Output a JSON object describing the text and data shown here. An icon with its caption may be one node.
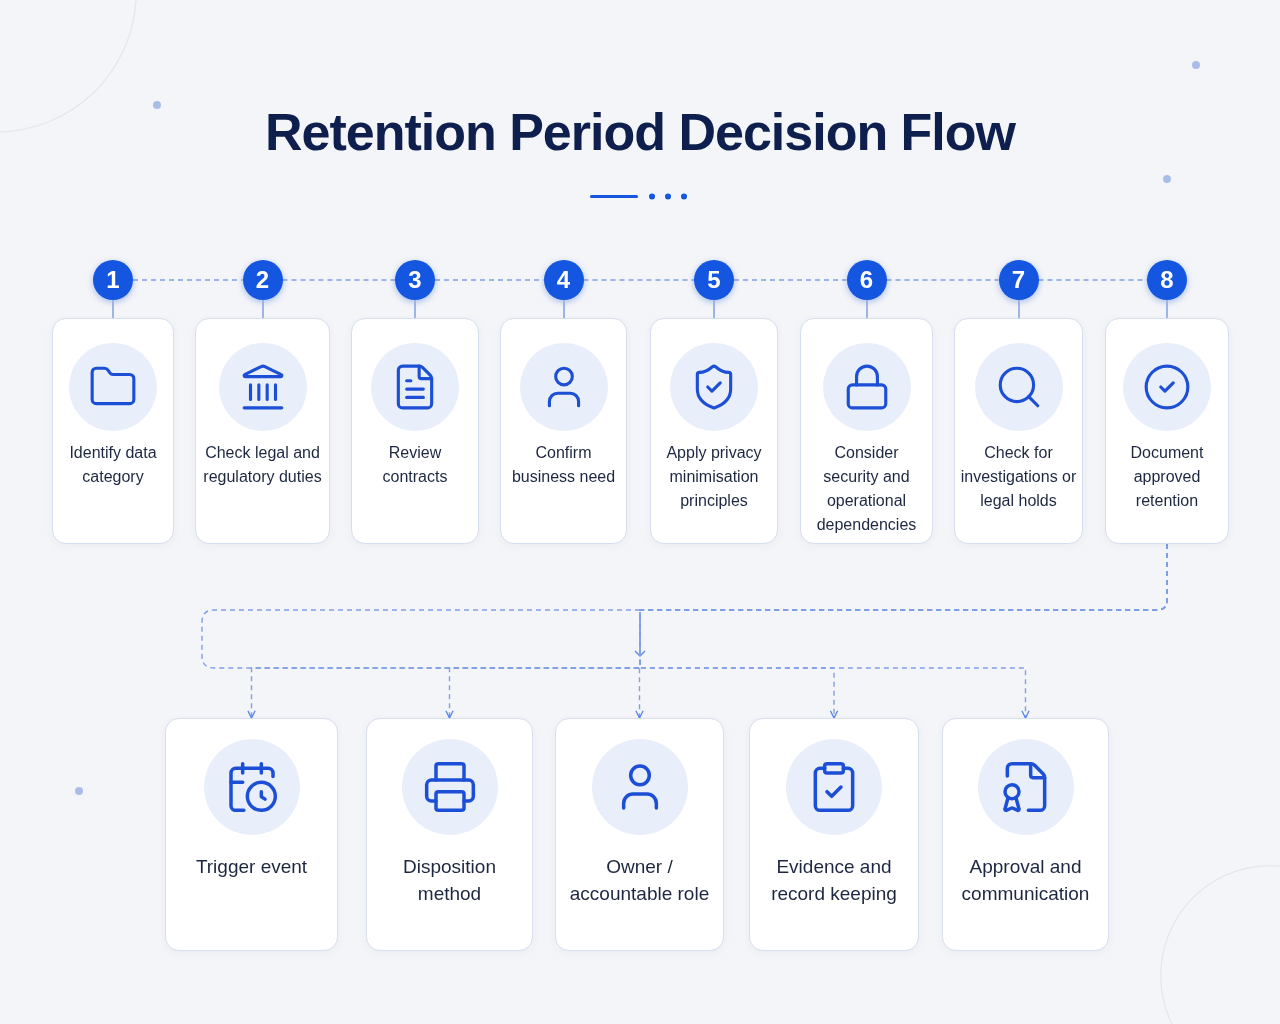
{
  "diagram": {
    "title": "Retention Period Decision Flow",
    "nodes": [
      {
        "text": [
          "1",
          "Identify data category"
        ]
      },
      {
        "text": [
          "2",
          "Check legal and regulatory duties"
        ]
      },
      {
        "text": [
          "3",
          "Review contracts"
        ]
      },
      {
        "text": [
          "4",
          "Confirm business need"
        ]
      },
      {
        "text": [
          "5",
          "Apply privacy minimisation principles"
        ]
      },
      {
        "text": [
          "6",
          "Consider security and operational dependencies"
        ]
      },
      {
        "text": [
          "7",
          "Check for investigations or legal holds"
        ]
      },
      {
        "text": [
          "8",
          "Document approved retention"
        ]
      },
      {
        "text": [
          "Trigger event"
        ]
      },
      {
        "text": [
          "Disposition method"
        ]
      },
      {
        "text": [
          "Owner / accountable role"
        ]
      },
      {
        "text": [
          "Evidence and record keeping"
        ]
      },
      {
        "text": [
          "Approval and communication"
        ]
      }
    ],
    "edges": [
      {
        "from": 0,
        "to": 1,
        "arrow": "none",
        "style": "dashed"
      },
      {
        "from": 1,
        "to": 2,
        "arrow": "none",
        "style": "dashed"
      },
      {
        "from": 2,
        "to": 3,
        "arrow": "none",
        "style": "dashed"
      },
      {
        "from": 3,
        "to": 4,
        "arrow": "none",
        "style": "dashed"
      },
      {
        "from": 4,
        "to": 5,
        "arrow": "none",
        "style": "dashed"
      },
      {
        "from": 5,
        "to": 6,
        "arrow": "none",
        "style": "dashed"
      },
      {
        "from": 6,
        "to": 7,
        "arrow": "none",
        "style": "dashed"
      },
      {
        "from": 7,
        "to": 8,
        "arrow": "to",
        "style": "dashed"
      },
      {
        "from": 7,
        "to": 9,
        "arrow": "to",
        "style": "dashed"
      },
      {
        "from": 7,
        "to": 10,
        "arrow": "to",
        "style": "dashed"
      },
      {
        "from": 7,
        "to": 11,
        "arrow": "to",
        "style": "dashed"
      },
      {
        "from": 7,
        "to": 12,
        "arrow": "to",
        "style": "dashed"
      }
    ]
  }
}
